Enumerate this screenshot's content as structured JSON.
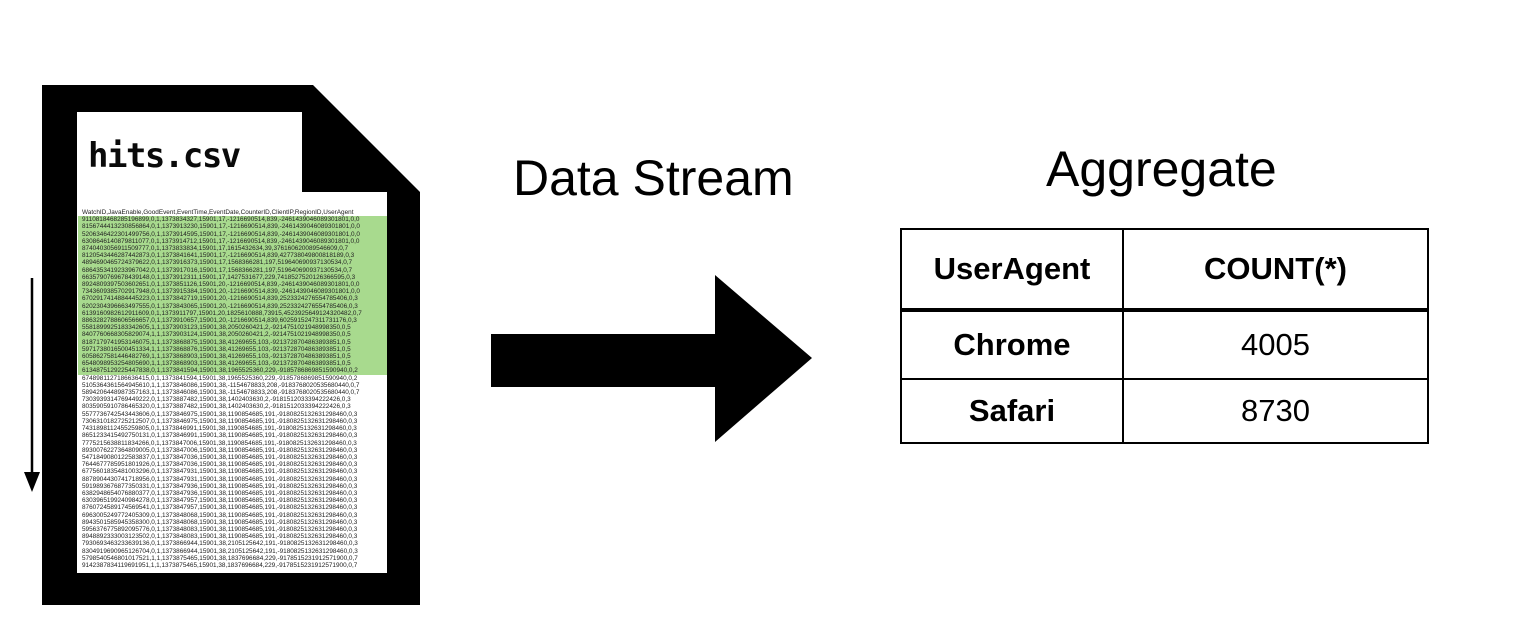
{
  "colors": {
    "highlight_green": "#a8da8e",
    "ink": "#000000"
  },
  "labels": {
    "data_stream": "Data Stream",
    "aggregate": "Aggregate"
  },
  "file": {
    "name": "hits.csv",
    "header": "WatchID,JavaEnable,GoodEvent,EventTime,EventDate,CounterID,ClientIP,RegionID,UserAgent",
    "highlighted_rows": [
      "9110818468285196899,0,1,1373834327,15901,17,-1216690514,839,-2461439046089301801,0,0",
      "8156744413230856864,0,1,1373913230,15901,17,-1216690514,839,-2461439046089301801,0,0",
      "5206346422301499756,0,1,1373914595,15901,17,-1216690514,839,-2461439046089301801,0,0",
      "6308646140879811077,0,1,1373914712,15901,17,-1216690514,839,-2461439046089301801,0,0",
      "8740403056911509777,0,1,1373833834,15901,17,1615432634,39,376160620089546609,0,7",
      "8120543446287442873,0,1,1373841641,15901,17,-1216690514,839,427738049800818189,0,3",
      "4894690465724379622,0,1,1373916373,15901,17,1568366281,197,519640690937130534,0,7",
      "6864353419233967042,0,1,1373917016,15901,17,1568366281,197,519640690937130534,0,7",
      "6635790769678439148,0,1,1373912311,15901,17,1427531677,229,7418527520126366595,0,3",
      "8924809397503602651,0,1,1373851126,15901,20,-1216690514,839,-2461439046089301801,0,0",
      "7343609385702917948,0,1,1373915384,15901,20,-1216690514,839,-2461439046089301801,0,0",
      "6702917414884445223,0,1,1373842719,15901,20,-1216690514,839,2523324276554785406,0,3",
      "6202304396663497555,0,1,1373843065,15901,20,-1216690514,839,2523324276554785406,0,3",
      "6139160982612911609,0,1,1373911797,15901,20,1825610888,73915,4523925649124320482,0,7",
      "8863282788606566657,0,1,1373910657,15901,20,-1216690514,839,6025915247311731176,0,3",
      "5581899925183342605,1,1,1373903123,15901,38,2050260421,2,-9214751021948998350,0,5",
      "8407760668305829074,1,1,1373903124,15901,38,2050260421,2,-9214751021948998350,0,5",
      "8187179741953146075,1,1,1373868875,15901,38,41269655,103,-9213728704863893851,0,5",
      "5971738016500451334,1,1,1373868876,15901,38,41269655,103,-9213728704863893851,0,5",
      "6058627581446482769,1,1,1373868903,15901,38,41269655,103,-9213728704863893851,0,5",
      "6548098953254805690,1,1,1373868903,15901,38,41269655,103,-9213728704863893851,0,5",
      "6134875129225447838,0,1,1373841594,15901,38,1965525360,229,-9185786869851590940,0,2"
    ],
    "rows": [
      "6748981127186636415,0,1,1373841594,15901,38,1965525360,229,-9185786869851590940,0,2",
      "5105364361564945610,1,1,1373846086,15901,38,-1154678833,208,-9183768020535680440,0,7",
      "5894206448987357163,1,1,1373846086,15901,38,-1154678833,208,-9183768020535680440,0,7",
      "7303939314769449222,0,1,1373887482,15901,38,1402403630,2,-9181512033394222426,0,3",
      "8035905910786465320,0,1,1373887482,15901,38,1402403630,2,-9181512033394222426,0,3",
      "5577736742543443606,0,1,1373846975,15901,38,1190854685,191,-9180825132631298460,0,3",
      "7306310182725212507,0,1,1373846975,15901,38,1190854685,191,-9180825132631298460,0,3",
      "7431898112455259805,0,1,1373846991,15901,38,1190854685,191,-9180825132631298460,0,3",
      "8651233415492750131,0,1,1373846991,15901,38,1190854685,191,-9180825132631298460,0,3",
      "7775215638811834266,0,1,1373847006,15901,38,1190854685,191,-9180825132631298460,0,3",
      "8930076227364809005,0,1,1373847006,15901,38,1190854685,191,-9180825132631298460,0,3",
      "5471849080122583837,0,1,1373847036,15901,38,1190854685,191,-9180825132631298460,0,3",
      "7644677785951801926,0,1,1373847036,15901,38,1190854685,191,-9180825132631298460,0,3",
      "6775601835481003296,0,1,1373847931,15901,38,1190854685,191,-9180825132631298460,0,3",
      "8878904430741718956,0,1,1373847931,15901,38,1190854685,191,-9180825132631298460,0,3",
      "5919893676877350331,0,1,1373847936,15901,38,1190854685,191,-9180825132631298460,0,3",
      "6382948654076880377,0,1,1373847936,15901,38,1190854685,191,-9180825132631298460,0,3",
      "6303965199240984278,0,1,1373847957,15901,38,1190854685,191,-9180825132631298460,0,3",
      "8760724589174569541,0,1,1373847957,15901,38,1190854685,191,-9180825132631298460,0,3",
      "6963005249772405309,0,1,1373848068,15901,38,1190854685,191,-9180825132631298460,0,3",
      "8943501585945358300,0,1,1373848068,15901,38,1190854685,191,-9180825132631298460,0,3",
      "5956376775892095776,0,1,1373848083,15901,38,1190854685,191,-9180825132631298460,0,3",
      "8948892333003123502,0,1,1373848083,15901,38,1190854685,191,-9180825132631298460,0,3",
      "7930693463233639136,0,1,1373866944,15901,38,2105125642,191,-9180825132631298460,0,3",
      "8304919690965126704,0,1,1373866944,15901,38,2105125642,191,-9180825132631298460,0,3",
      "5798540546801017521,1,1,1373875465,15901,38,1837696684,229,-9178515231912571900,0,7",
      "9142387834119691951,1,1,1373875465,15901,38,1837696684,229,-9178515231912571900,0,7"
    ]
  },
  "aggregate_table": {
    "columns": [
      "UserAgent",
      "COUNT(*)"
    ],
    "rows": [
      {
        "user_agent": "Chrome",
        "count": "4005"
      },
      {
        "user_agent": "Safari",
        "count": "8730"
      }
    ]
  }
}
